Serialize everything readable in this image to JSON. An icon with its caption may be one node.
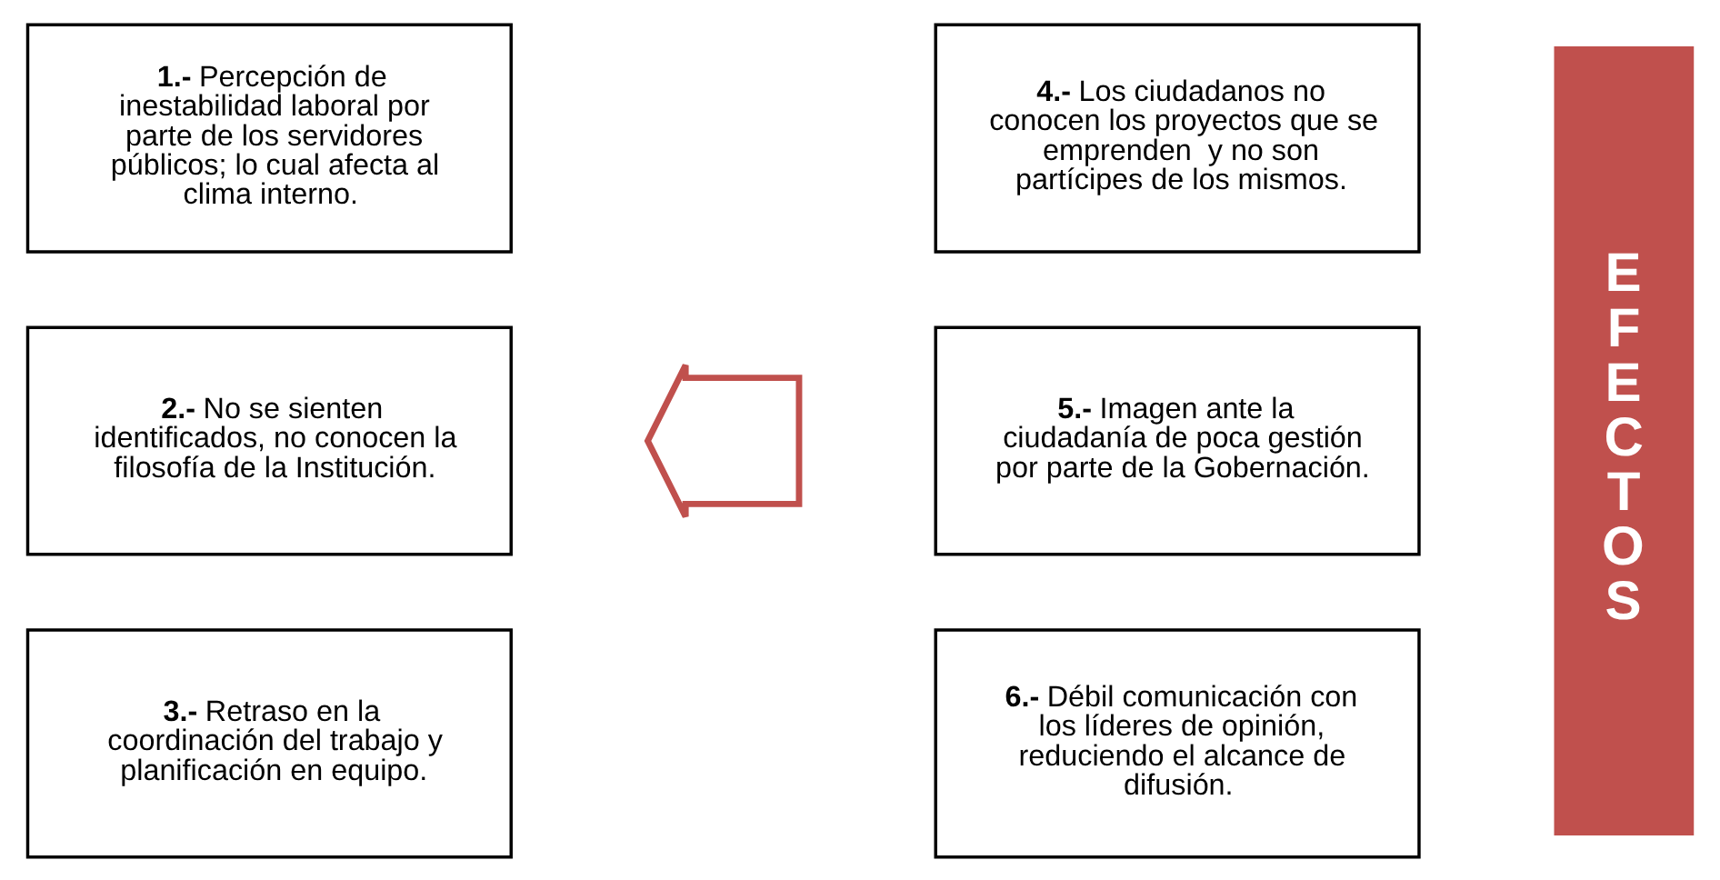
{
  "diagram": {
    "nodes": [
      {
        "text": [
          "**1.-** Percepción de inestabilidad laboral por parte de los servidores públicos; lo cual afecta al clima interno."
        ]
      },
      {
        "text": [
          "**2.-** No se sienten identificados, no conocen la filosofía de la Institución."
        ]
      },
      {
        "text": [
          "**3.-** Retraso en la coordinación del trabajo y planificación en equipo."
        ]
      },
      {
        "text": [
          "**4.-** Los ciudadanos no conocen los proyectos que se emprenden  y no son partícipes de los mismos."
        ]
      },
      {
        "text": [
          "**5.-**  Imagen ante la ciudadanía de poca gestión por parte de la Gobernación."
        ]
      },
      {
        "text": [
          "**6.-** Débil comunicación con los líderes de opinión, reduciendo el alcance de difusión."
        ]
      },
      {
        "text": [
          "EFECTOS"
        ]
      },
      {
        "text": [],
        "shape": "arrow"
      }
    ],
    "edges": []
  }
}
